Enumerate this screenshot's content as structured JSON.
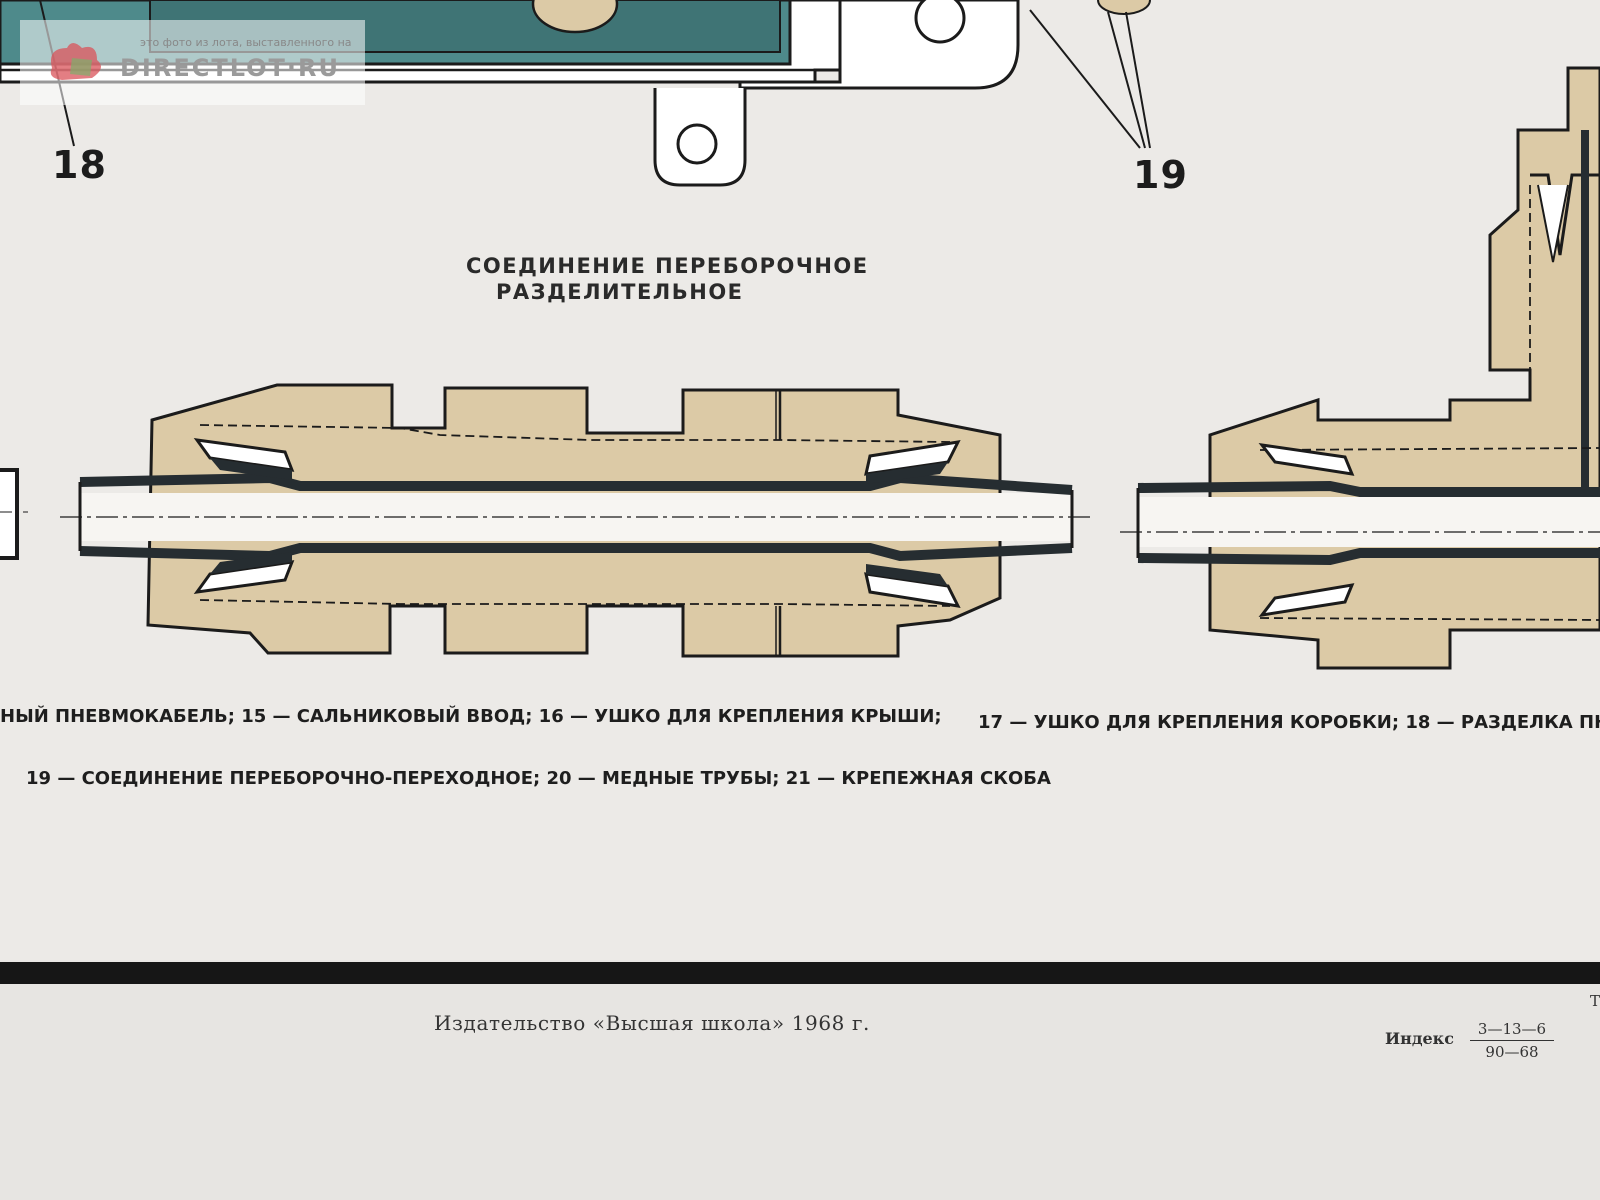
{
  "callouts": {
    "c18": "18",
    "c19": "19"
  },
  "diagram_title": {
    "line1": "СОЕДИНЕНИЕ  ПЕРЕБОРОЧНОЕ",
    "line2": "РАЗДЕЛИТЕЛЬНОЕ"
  },
  "legend": {
    "line1_a": "НЫЙ ПНЕВМОКАБЕЛЬ;   15 — САЛЬНИКОВЫЙ ВВОД;  16 — УШКО ДЛЯ КРЕПЛЕНИЯ КРЫШИ;",
    "line1_b": "17 — УШКО ДЛЯ КРЕПЛЕНИЯ КОРОБКИ;  18 — РАЗДЕЛКА  ПН",
    "line2": "19 — СОЕДИНЕНИЕ ПЕРЕБОРОЧНО-ПЕРЕХОДНОЕ;   20 — МЕДНЫЕ ТРУБЫ;  21 — КРЕПЕЖНАЯ СКОБА"
  },
  "footer": {
    "publisher": "Издательство «Высшая школа» 1968 г.",
    "index_label": "Индекс",
    "index_numerator": "3—13—6",
    "index_denominator": "90—68",
    "edge_chars": "ТТLI"
  },
  "watermark": {
    "caption": "это фото из лота, выставленного на",
    "brand": "DIRECTLOT·RU"
  },
  "colors": {
    "paper": "#e9e7e4",
    "body_tan": "#dccaa6",
    "lid_teal": "#4e8a8b",
    "outline": "#1b1b1b",
    "steel": "#262d31"
  }
}
